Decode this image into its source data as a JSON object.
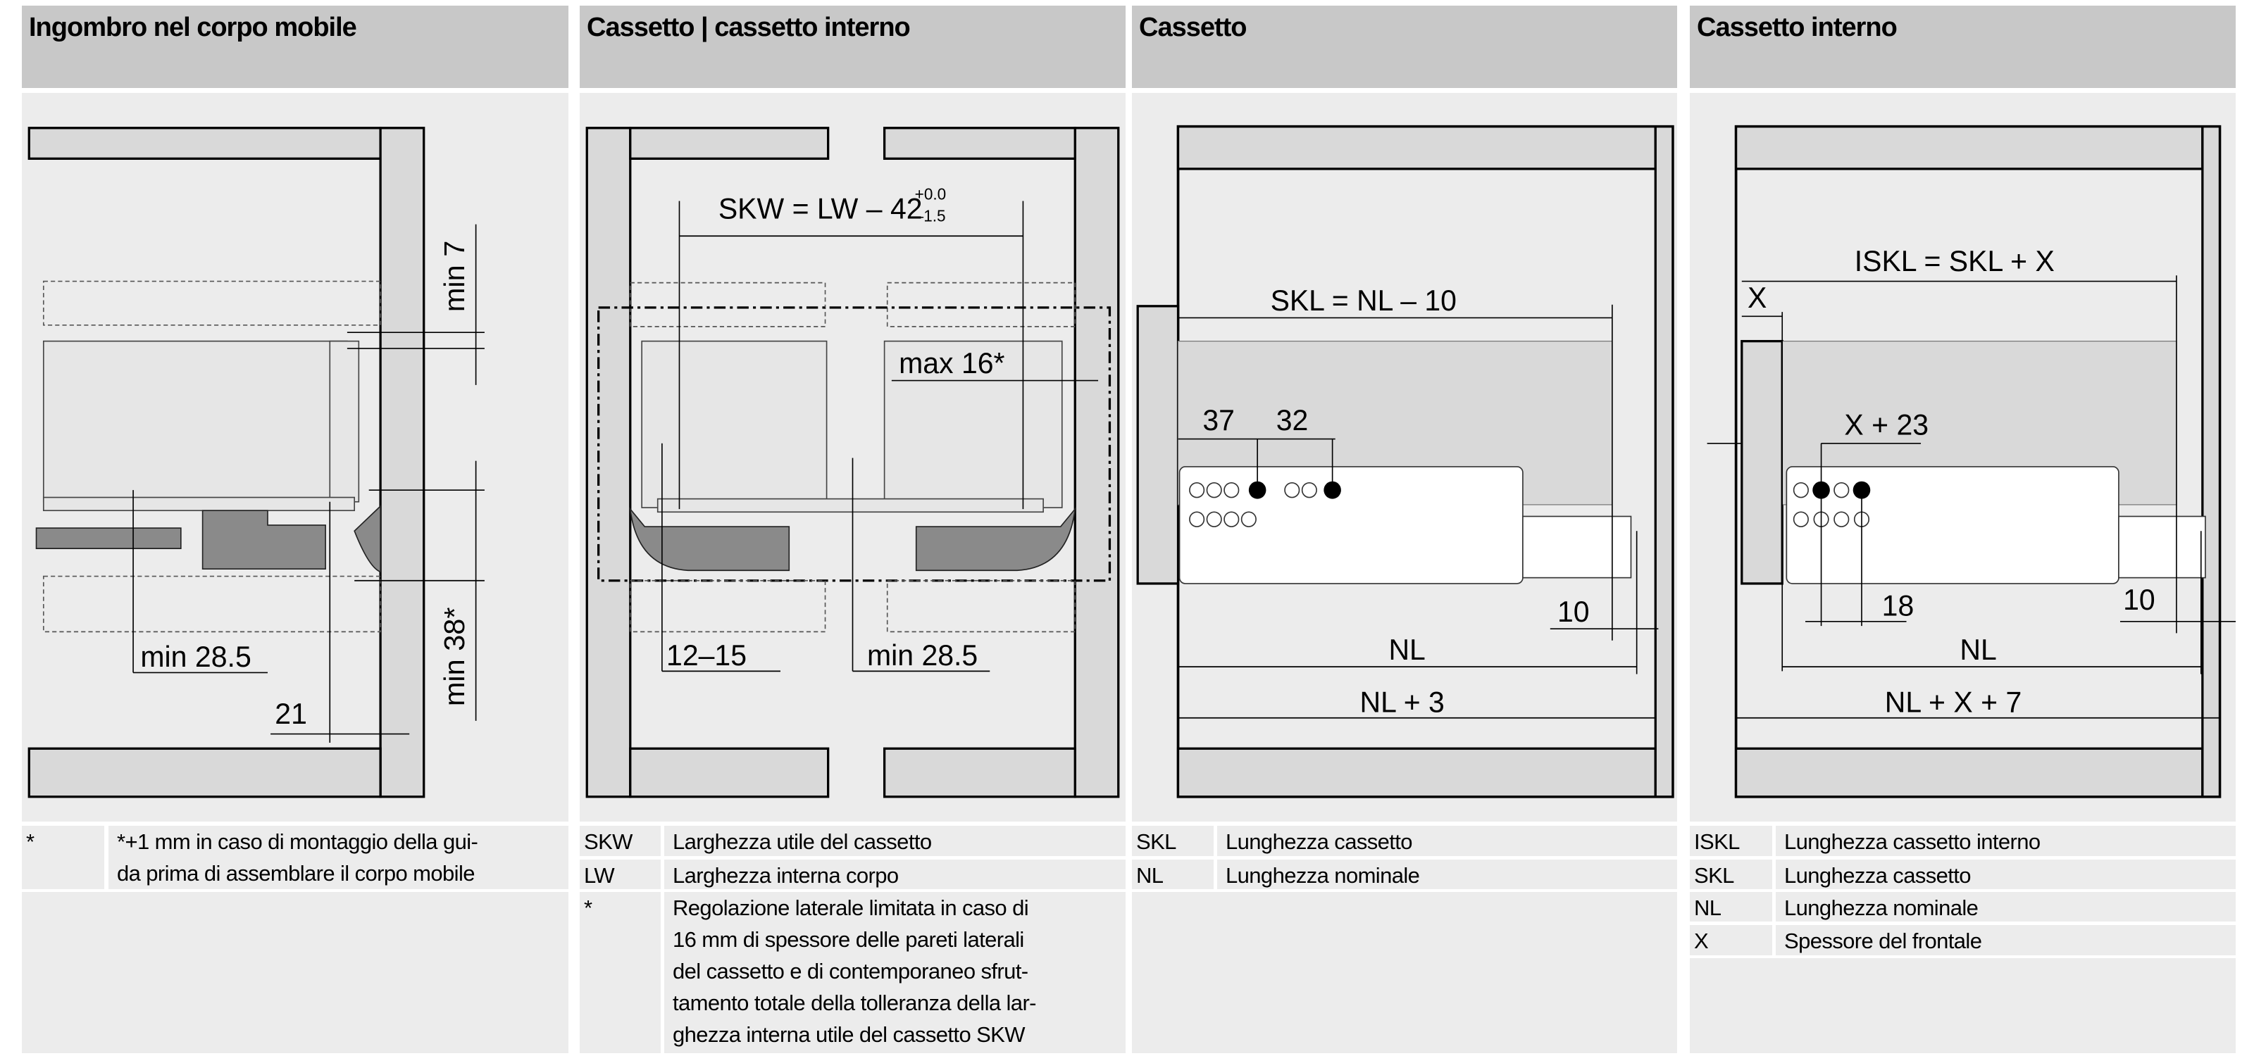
{
  "headers": [
    "Ingombro nel corpo mobile",
    "Cassetto | cassetto interno",
    "Cassetto",
    "Cassetto interno"
  ],
  "diagram1": {
    "min7": "min 7",
    "min38": "min 38*",
    "min285": "min 28.5",
    "d21": "21"
  },
  "diagram2": {
    "skw_formula": "SKW = LW – 42",
    "tol_plus": "+0.0",
    "tol_minus": "–1.5",
    "max16": "max 16*",
    "d1215": "12–15",
    "min285": "min 28.5"
  },
  "diagram3": {
    "skl_formula": "SKL = NL – 10",
    "d37": "37",
    "d32": "32",
    "d10": "10",
    "nl": "NL",
    "nl3": "NL + 3"
  },
  "diagram4": {
    "iskl_formula": "ISKL = SKL + X",
    "x": "X",
    "x23": "X + 23",
    "d18": "18",
    "d10": "10",
    "nl": "NL",
    "nlx7": "NL + X + 7"
  },
  "legend1": [
    {
      "key": "*",
      "value": "*+1 mm in caso di montaggio della gui-da prima di assemblare il corpo mobile",
      "lines": [
        "*+1 mm in caso di montaggio della gui-",
        "da prima di assemblare il corpo mobile"
      ]
    }
  ],
  "legend2": [
    {
      "key": "SKW",
      "value": "Larghezza utile del cassetto"
    },
    {
      "key": "LW",
      "value": "Larghezza interna corpo"
    },
    {
      "key": "*",
      "lines": [
        "Regolazione laterale limitata in caso di",
        "16 mm di spessore delle pareti laterali",
        "del cassetto e di contemporaneo sfrut-",
        "tamento totale della tolleranza della lar-",
        "ghezza interna utile del cassetto SKW"
      ]
    }
  ],
  "legend3": [
    {
      "key": "SKL",
      "value": "Lunghezza cassetto"
    },
    {
      "key": "NL",
      "value": "Lunghezza nominale"
    }
  ],
  "legend4": [
    {
      "key": "ISKL",
      "value": "Lunghezza cassetto interno"
    },
    {
      "key": "SKL",
      "value": "Lunghezza cassetto"
    },
    {
      "key": "NL",
      "value": "Lunghezza nominale"
    },
    {
      "key": "X",
      "value": "Spessore del frontale"
    }
  ]
}
